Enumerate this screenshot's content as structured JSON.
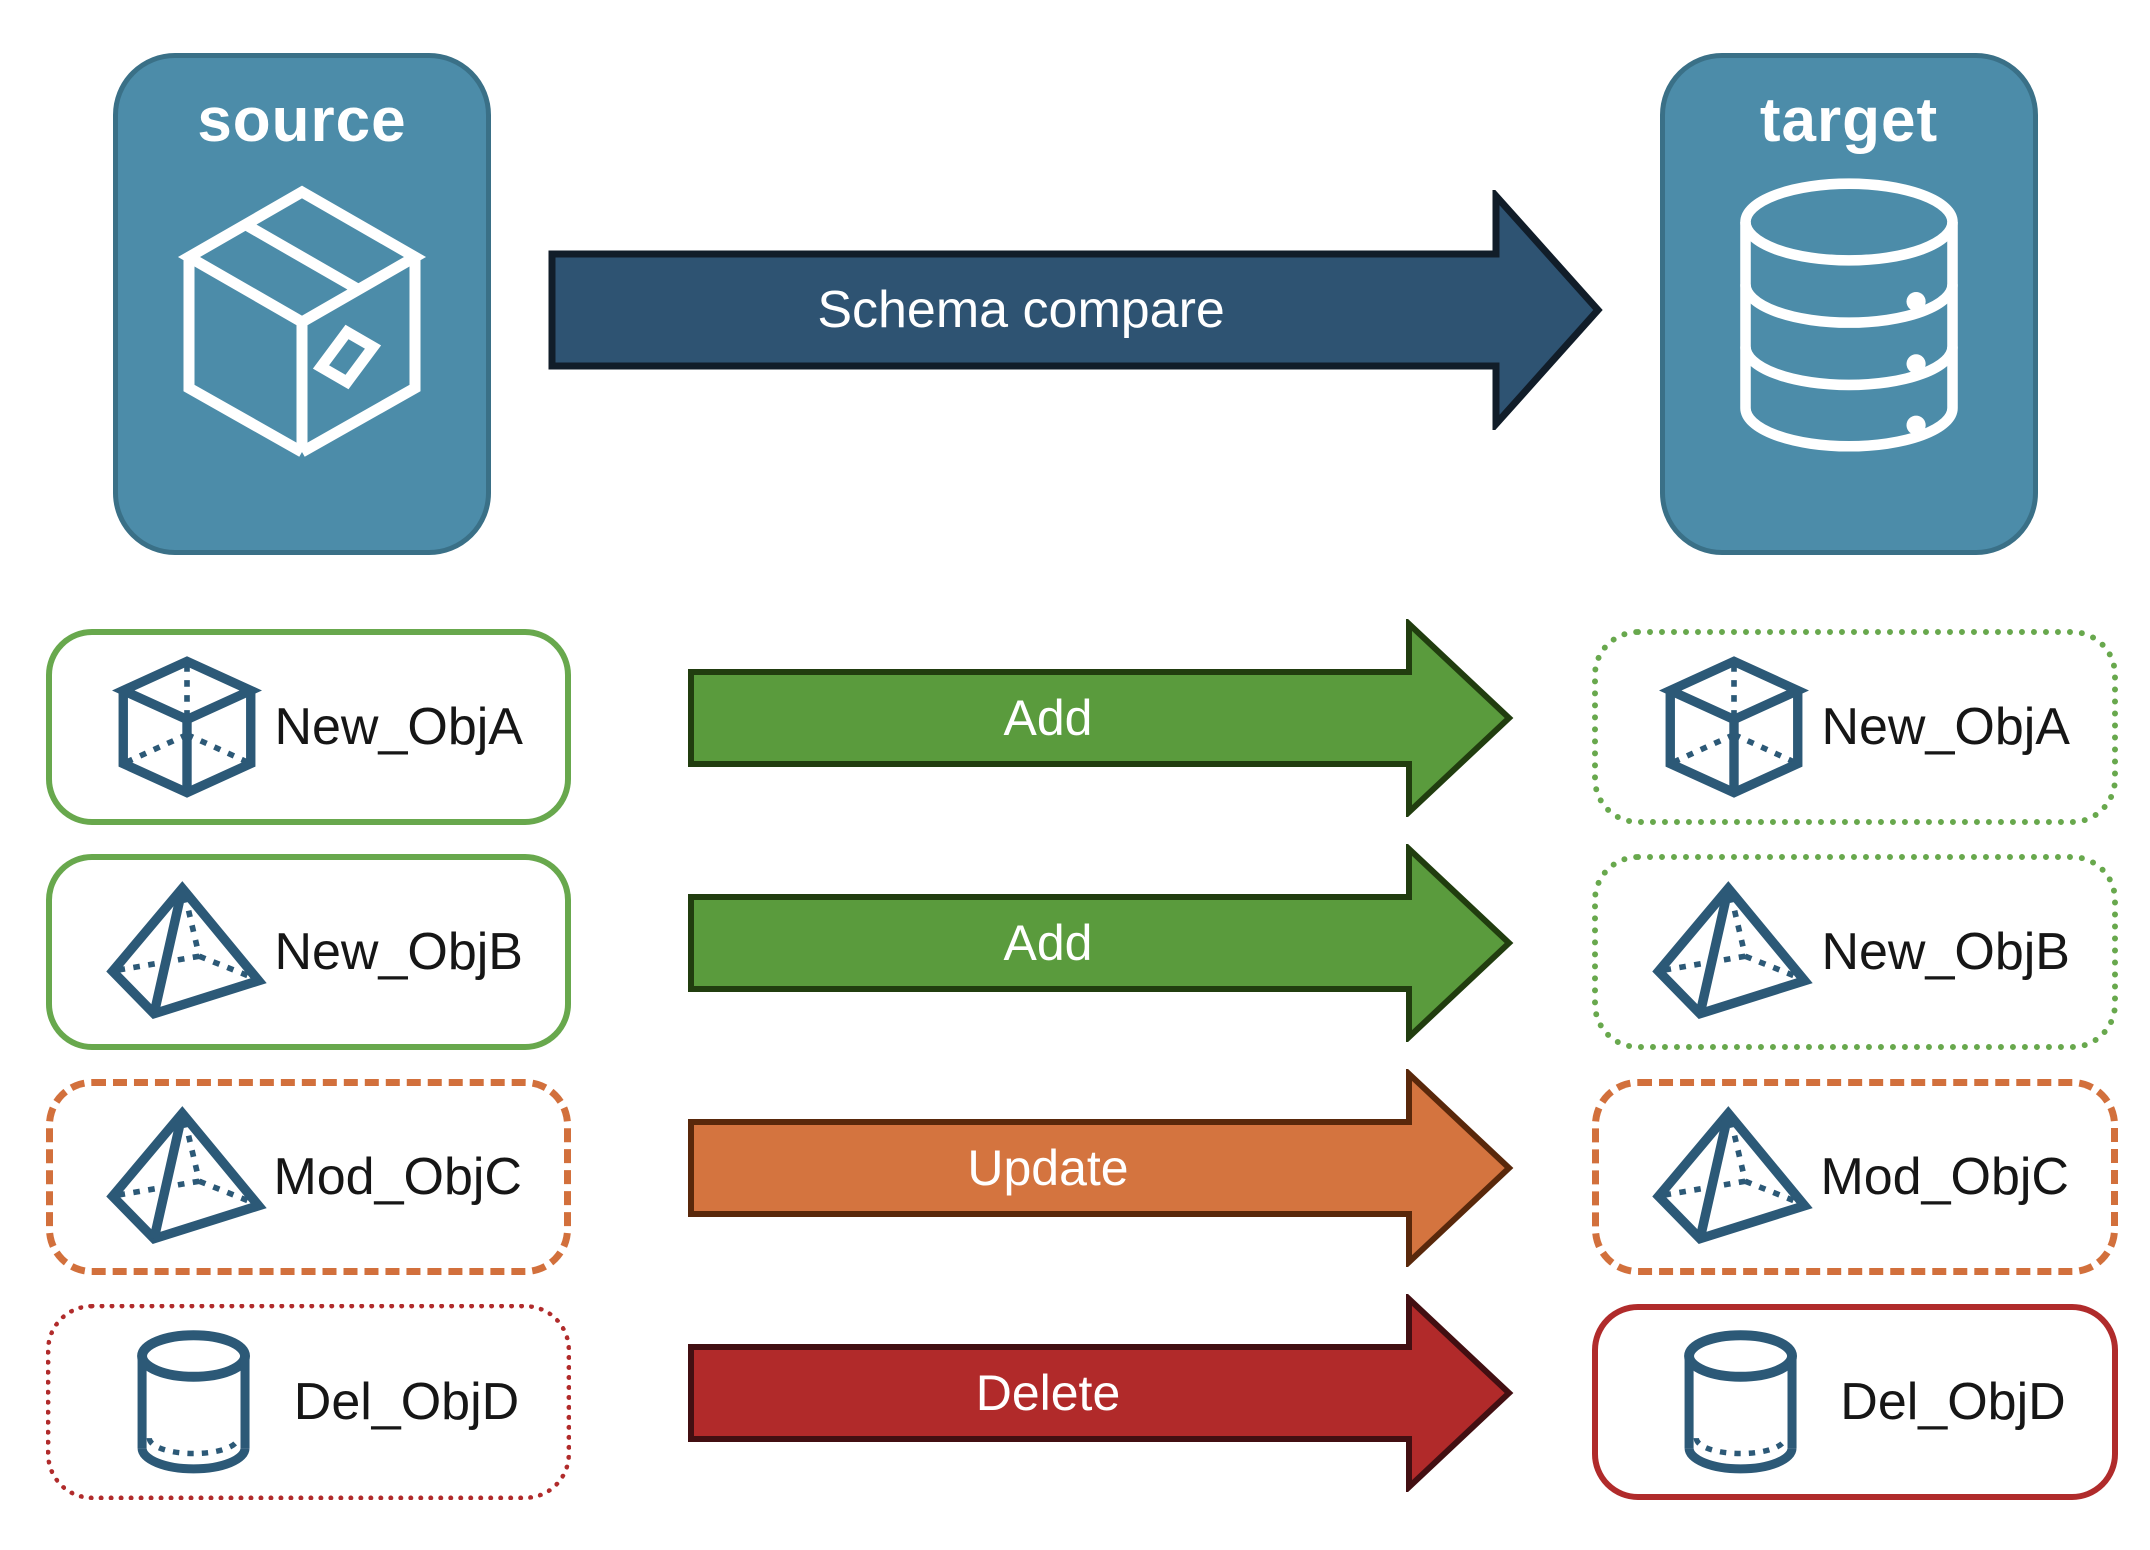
{
  "source_panel": {
    "label": "source",
    "icon": "package-box-icon"
  },
  "target_panel": {
    "label": "target",
    "icon": "database-icon"
  },
  "compare_arrow": {
    "label": "Schema compare"
  },
  "rows": [
    {
      "object": "New_ObjA",
      "action": "Add",
      "icon": "cube-icon",
      "source_border": "solid-green",
      "target_border": "dotted-green"
    },
    {
      "object": "New_ObjB",
      "action": "Add",
      "icon": "pyramid-icon",
      "source_border": "solid-green",
      "target_border": "dotted-green"
    },
    {
      "object": "Mod_ObjC",
      "action": "Update",
      "icon": "pyramid-icon",
      "source_border": "dashed-orange",
      "target_border": "dashed-orange"
    },
    {
      "object": "Del_ObjD",
      "action": "Delete",
      "icon": "cylinder-icon",
      "source_border": "dotted-red",
      "target_border": "solid-red"
    }
  ],
  "colors": {
    "bg": "#ffffff",
    "panel_fill": "#4C8CA9",
    "panel_border": "#3A7087",
    "navy_fill": "#2E5372",
    "navy_border": "#111D29",
    "green_fill": "#5A9B3D",
    "green_border": "#213D0F",
    "orange_fill": "#D4743F",
    "orange_border": "#59280B",
    "red_fill": "#B12A2A",
    "red_border": "#420F12",
    "green_box": "#68A84D",
    "orange_box": "#D2703C",
    "red_box": "#B02B2B",
    "icon_blue": "#2C5977",
    "text_dark": "#161616",
    "text_white": "#FFFFFF"
  }
}
